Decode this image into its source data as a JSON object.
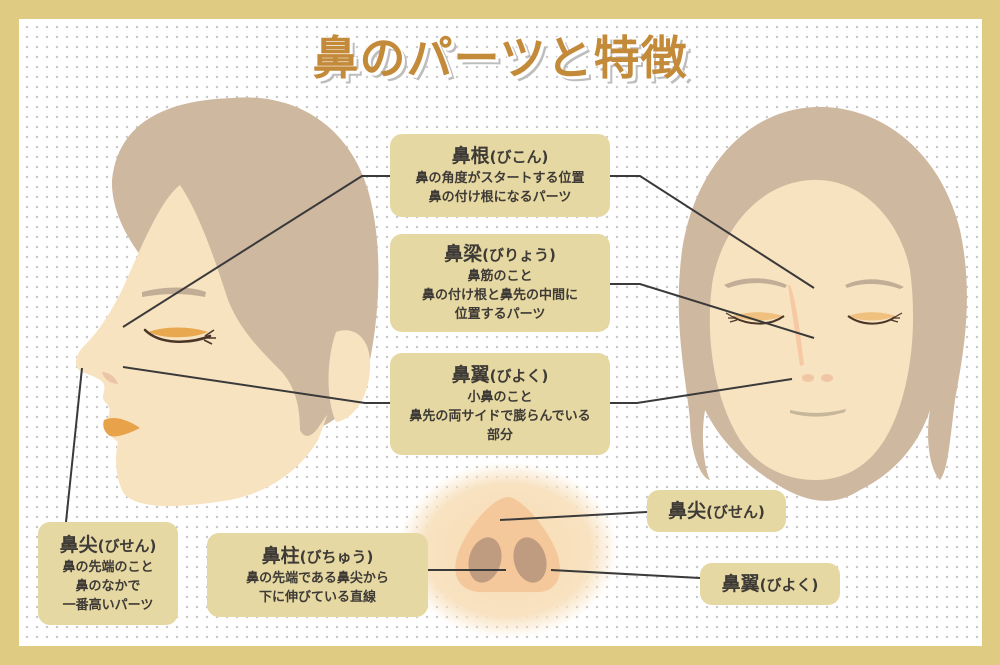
{
  "title": "鼻のパーツと特徴",
  "colors": {
    "frame": "#e0cb83",
    "title": "#c38a3a",
    "label_box": "#e6d8a2",
    "text": "#3e3a36",
    "hair": "#cfb8a0",
    "skin": "#f8e3c0",
    "eyeshadow": "#e8a850",
    "leader_line": "#3a3a3a"
  },
  "labels": {
    "bikon": {
      "name": "鼻根",
      "reading": "(びこん)",
      "lines": [
        "鼻の角度がスタートする位置",
        "鼻の付け根になるパーツ"
      ]
    },
    "biryou": {
      "name": "鼻梁",
      "reading": "(びりょう)",
      "lines": [
        "鼻筋のこと",
        "鼻の付け根と鼻先の中間に",
        "位置するパーツ"
      ]
    },
    "biyoku": {
      "name": "鼻翼",
      "reading": "(びよく)",
      "lines": [
        "小鼻のこと",
        "鼻先の両サイドで膨らんでいる",
        "部分"
      ]
    },
    "bisen": {
      "name": "鼻尖",
      "reading": "(びせん)",
      "lines": [
        "鼻の先端のこと",
        "鼻のなかで",
        "一番高いパーツ"
      ]
    },
    "bichuu": {
      "name": "鼻柱",
      "reading": "(びちゅう)",
      "lines": [
        "鼻の先端である鼻尖から",
        "下に伸びている直線"
      ]
    },
    "bisen_short": {
      "name": "鼻尖",
      "reading": "(びせん)"
    },
    "biyoku_short": {
      "name": "鼻翼",
      "reading": "(びよく)"
    }
  },
  "illustrations": {
    "left": "profile-face",
    "right": "front-face",
    "center_bottom": "nose-underside"
  }
}
